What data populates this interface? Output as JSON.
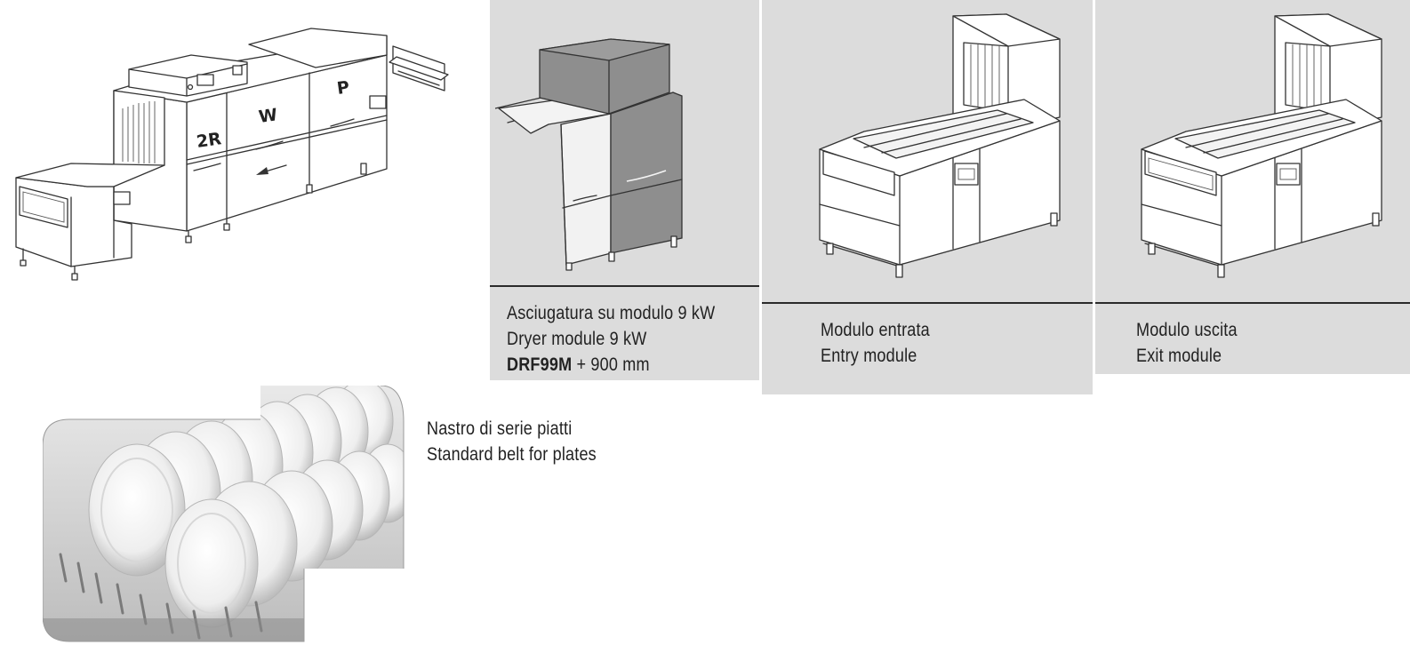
{
  "machine": {
    "zone_labels": [
      "2R",
      "W",
      "P"
    ]
  },
  "panels": [
    {
      "id": "dryer",
      "lines": [
        "Asciugatura su modulo 9 kW",
        "Dryer module 9 kW"
      ],
      "code": "DRF99M",
      "code_suffix": " + 900 mm"
    },
    {
      "id": "entry",
      "lines": [
        "Modulo entrata",
        "Entry module"
      ]
    },
    {
      "id": "exit",
      "lines": [
        "Modulo uscita",
        "Exit module"
      ]
    }
  ],
  "belt": {
    "lines": [
      "Nastro di serie piatti",
      "Standard belt for plates"
    ]
  },
  "colors": {
    "panel_bg": "#dcdcdc",
    "dryer_highlight": "#8e8e8e",
    "rule": "#2a2a2a"
  }
}
